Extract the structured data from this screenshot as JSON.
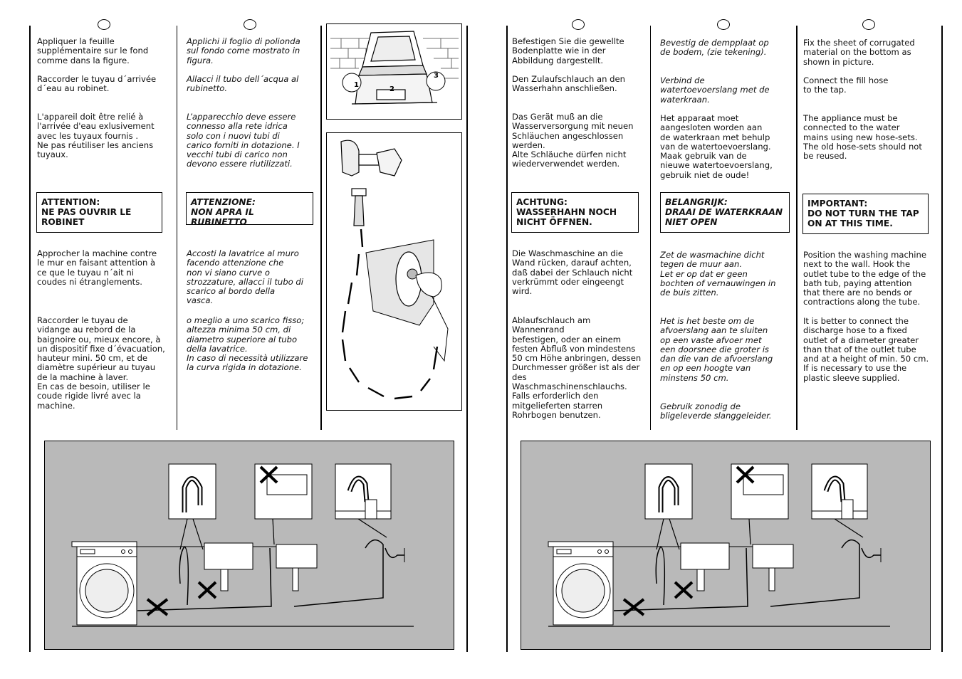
{
  "left_page": {
    "fr": {
      "p1": "Appliquer la feuille\nsupplémentaire sur le fond\ncomme dans la figure.",
      "p2": "Raccorder le tuyau d´arrivée\nd´eau au robinet.",
      "p3": "L'appareil doit être relié à\nl'arrivée d'eau exlusivement\navec les tuyaux fournis .\nNe pas réutiliser  les anciens\ntuyaux.",
      "warning": "ATTENTION:\nNE PAS OUVRIR LE\nROBINET",
      "p4": "Approcher la machine contre\nle mur en faisant attention à\nce que le tuyau n´ait ni\ncoudes ni étranglements.",
      "p5": "Raccorder le tuyau de\nvidange au rebord de la\nbaignoire ou, mieux encore, à\nun dispositif fixe d´évacuation,\nhauteur mini. 50 cm, et de\ndiamètre supérieur au tuyau\nde la machine à laver.\nEn cas de besoin, utiliser le\ncoude rigide livré avec la\nmachine."
    },
    "it": {
      "p1": "Applichi il foglio di polionda\nsul fondo come mostrato in\nfigura.",
      "p2": "Allacci il tubo dell´acqua al\nrubinetto.",
      "p3": "L’apparecchio deve essere\nconnesso alla rete idrica\nsolo con i nuovi tubi di\ncarico forniti in dotazione. I\nvecchi tubi di carico non\ndevono essere riutilizzati.",
      "warning": "ATTENZIONE:\nNON APRA IL RUBINETTO",
      "p4": "Accosti la lavatrice al muro\nfacendo attenzione che\nnon vi siano curve o\nstrozzature, allacci il tubo di\nscarico al bordo della\nvasca.",
      "p5": "o meglio a uno scarico fisso;\naltezza minima 50 cm, di\ndiametro superiore al tubo\ndella lavatrice.\nIn caso di necessità utilizzare\nla curva rigida in dotazione."
    },
    "figure_labels": [
      "1",
      "2",
      "3"
    ]
  },
  "right_page": {
    "de": {
      "p1": "Befestigen Sie die gewellte\nBodenplatte wie in der\nAbbildung dargestellt.",
      "p2": "Den Zulaufschlauch an den\nWasserhahn anschließen.",
      "p3": "Das Gerät muß an die\nWasserversorgung mit neuen\nSchläuchen angeschlossen\nwerden.\nAlte Schläuche dürfen nicht\nwiederverwendet werden.",
      "warning": "ACHTUNG:\nWASSERHAHN NOCH\nNICHT ÖFFNEN.",
      "p4": "Die Waschmaschine an die\nWand rücken, darauf achten,\ndaß dabei der Schlauch nicht\nverkrümmt oder eingeengt\nwird.",
      "p5": "Ablaufschlauch am\nWannenrand\nbefestigen, oder an einem\nfesten Abfluß von mindestens\n50 cm Höhe anbringen, dessen\nDurchmesser größer ist als der\ndes\nWaschmaschinenschlauchs.\nFalls erforderlich den\nmitgelieferten starren\nRohrbogen benutzen."
    },
    "nl": {
      "p1": "Bevestig de dempplaat op\nde bodem, (zie tekening).",
      "p2": "Verbind de\nwatertoevoerslang met de\nwaterkraan.",
      "p3": "Het apparaat moet\naangesloten worden aan\nde waterkraan met behulp\nvan de watertoevoerslang.\nMaak gebruik van de\nnieuwe watertoevoerslang,\ngebruik niet de oude!",
      "warning": "BELANGRIJK:\nDRAAI DE WATERKRAAN\nNIET OPEN",
      "p4": "Zet de wasmachine dicht\ntegen de muur aan.\nLet er op dat er geen\nbochten of vernauwingen in\nde buis zitten.",
      "p5": "Het is het beste om de\nafvoerslang aan te sluiten\nop een vaste afvoer met\neen doorsnee die groter is\ndan die van de afvoerslang\nen op een hoogte van\nminstens 50 cm.",
      "p6": "Gebruik zonodig de\nbligeleverde slanggeleider."
    },
    "en": {
      "p1": "Fix the sheet of corrugated\nmaterial on the bottom as\nshown in picture.",
      "p2": "Connect the fill hose\nto the tap.",
      "p3": "The appliance must be\nconnected to the water\nmains using new hose-sets.\nThe old hose-sets should not\nbe reused.",
      "warning": "IMPORTANT:\nDO NOT TURN THE TAP\nON AT THIS TIME.",
      "p4": "Position the washing machine\nnext to the wall. Hook the\noutlet tube to the edge of the\nbath tub, paying attention\nthat there are no bends or\ncontractions along the tube.",
      "p5": "It is better to connect the\ndischarge hose to a fixed\noutlet of a diameter greater\nthan that of the outlet tube\nand at a height of min. 50 cm.\nIf is necessary to use the\nplastic sleeve supplied."
    }
  },
  "colors": {
    "figure_bg": "#b9b9b9",
    "ink": "#000000"
  }
}
